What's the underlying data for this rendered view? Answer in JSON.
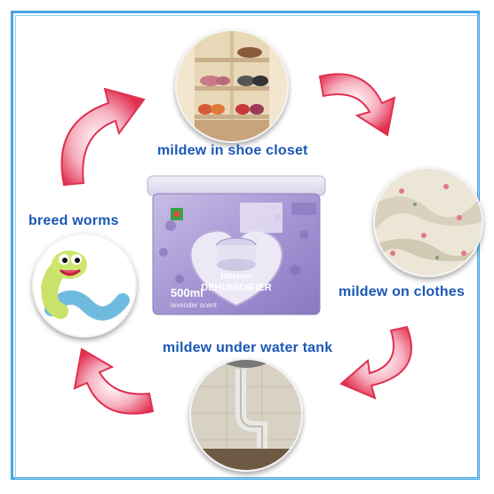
{
  "colors": {
    "frame_border": "#4aa6e6",
    "label_text": "#1b57b5",
    "arrow_fill": "#e0304f",
    "product_lavender": "#9a88c8"
  },
  "labels": {
    "shoe_closet": "mildew in shoe closet",
    "clothes": "mildew on clothes",
    "water_tank": "mildew under water tank",
    "worms": "breed worms"
  },
  "product": {
    "interior": "Interior",
    "dehumidifier": "DEHUMIDIFIER",
    "volume": "500ml",
    "scent": "lavender scent"
  },
  "icons": {
    "cycle_arrows": "curved-arrow-icon",
    "worm": "worm-icon"
  }
}
